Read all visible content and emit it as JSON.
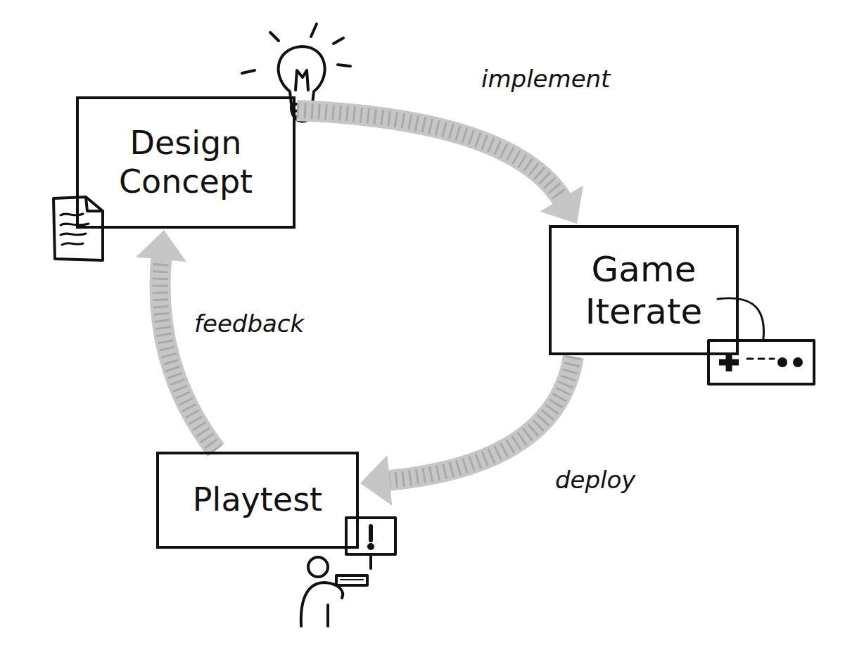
{
  "diagram": {
    "nodes": [
      {
        "text": [
          "Design Concept"
        ]
      },
      {
        "text": [
          "Game Iterate"
        ]
      },
      {
        "text": [
          "Playtest"
        ]
      }
    ],
    "edges": [
      {
        "from": 0,
        "to": 1,
        "arrow": "to",
        "label": "implement"
      },
      {
        "from": 1,
        "to": 2,
        "arrow": "to",
        "label": "deploy"
      },
      {
        "from": 2,
        "to": 0,
        "arrow": "to",
        "label": "feedback"
      }
    ]
  }
}
